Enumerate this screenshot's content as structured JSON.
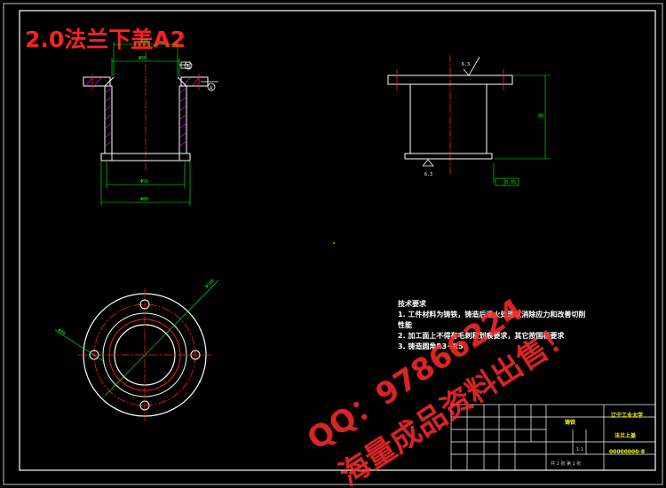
{
  "title": "2.0法兰下盖A2",
  "tech_notes": {
    "heading": "技术要求",
    "lines": [
      "1. 工件材料为铸铁，铸造后退火处理以消除应力和改善切削",
      "性能",
      "2. 加工面上不得有毛刺和划痕要求，其它按国标要求",
      "3. 铸造圆角R3~R5"
    ]
  },
  "title_block": {
    "school": "辽宁工业大学",
    "material": "铸铁",
    "part_name": "法兰上盖",
    "drawing_no": "00000000-8",
    "scale": "1:1",
    "sheet": "共 1 张  第 1 张"
  },
  "dimensions": {
    "top_width": "Φ70",
    "inner_bore": "Φ56",
    "bottom_inner": "Φ56",
    "bottom_outer": "Φ80",
    "datum_a": "A",
    "datum_b": "B",
    "roughness_top": "6.3",
    "roughness_bottom": "6.3",
    "height": "80",
    "pcd": "Φ80",
    "outer_dia": "Φ100",
    "flatness": "0.05"
  },
  "watermark": {
    "qq": "QQ：97866224",
    "slogan": "海量成品资料出售！"
  },
  "colors": {
    "background": "#000000",
    "frame": "#ffffff",
    "outline": "#ffffff",
    "centerline": "#ff2020",
    "dimension": "#00ff00",
    "hatch": "#ff00ff",
    "circles_red": "#ff2020",
    "title": "#ff2020",
    "watermark": "#ff2a2a"
  }
}
